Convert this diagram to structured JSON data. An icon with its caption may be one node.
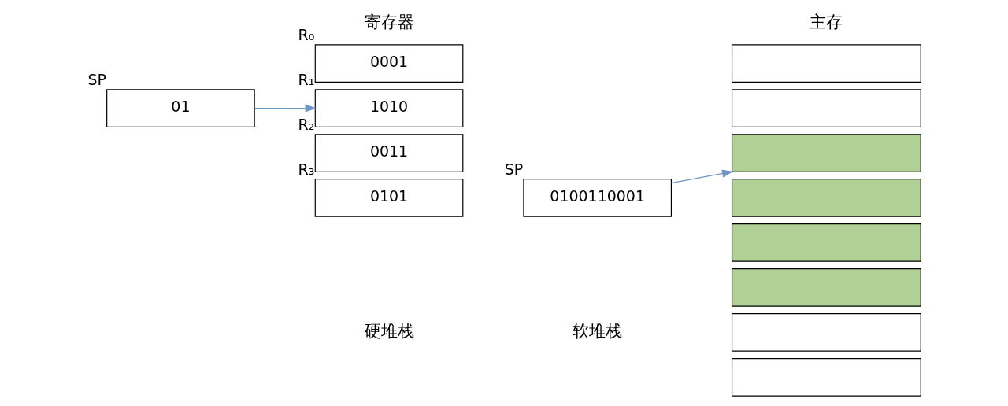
{
  "diagram": {
    "nodes": [
      {
        "text": [
          "0001"
        ],
        "beside": [
          "R₀"
        ]
      },
      {
        "text": [
          "1010"
        ],
        "beside": [
          "R₁"
        ]
      },
      {
        "text": [
          "0011"
        ],
        "beside": [
          "R₂"
        ]
      },
      {
        "text": [
          "0101"
        ],
        "beside": [
          "R₃"
        ]
      },
      {
        "text": [
          "01"
        ],
        "beside": [
          "SP"
        ]
      },
      {
        "text": [
          "0100110001"
        ],
        "beside": [
          "SP"
        ]
      },
      {
        "text": [],
        "shape": "box"
      },
      {
        "text": [],
        "shape": "box"
      },
      {
        "text": [],
        "shape": "box"
      },
      {
        "text": [],
        "shape": "box"
      },
      {
        "text": [],
        "shape": "box"
      },
      {
        "text": [],
        "shape": "box"
      },
      {
        "text": [],
        "shape": "box"
      },
      {
        "text": [],
        "shape": "box"
      }
    ],
    "edges": [
      {
        "from": 4,
        "to": 1,
        "arrow": "to"
      },
      {
        "from": 5,
        "to": 8,
        "arrow": "to"
      }
    ],
    "labels": [
      "寄存器",
      "主存",
      "硬堆栈",
      "软堆栈"
    ]
  }
}
